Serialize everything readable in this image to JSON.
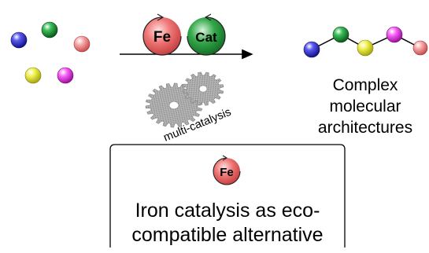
{
  "catalysts": {
    "iron_label": "Fe",
    "cocatalyst_label": "Cat"
  },
  "gears_caption": "multi-catalysis",
  "product": {
    "line1": "Complex",
    "line2": "molecular",
    "line3": "architectures"
  },
  "box": {
    "iron_label": "Fe",
    "line1": "Iron catalysis as eco-",
    "line2": "compatible alternative"
  },
  "colors": {
    "blue": "#2727d6",
    "green": "#1d9a36",
    "pink": "#f29090",
    "yellow": "#e8e83a",
    "magenta": "#ee3fee",
    "fe_circle": "#f07070",
    "cat_circle": "#2fa345",
    "gear": "#9a9a9a"
  }
}
